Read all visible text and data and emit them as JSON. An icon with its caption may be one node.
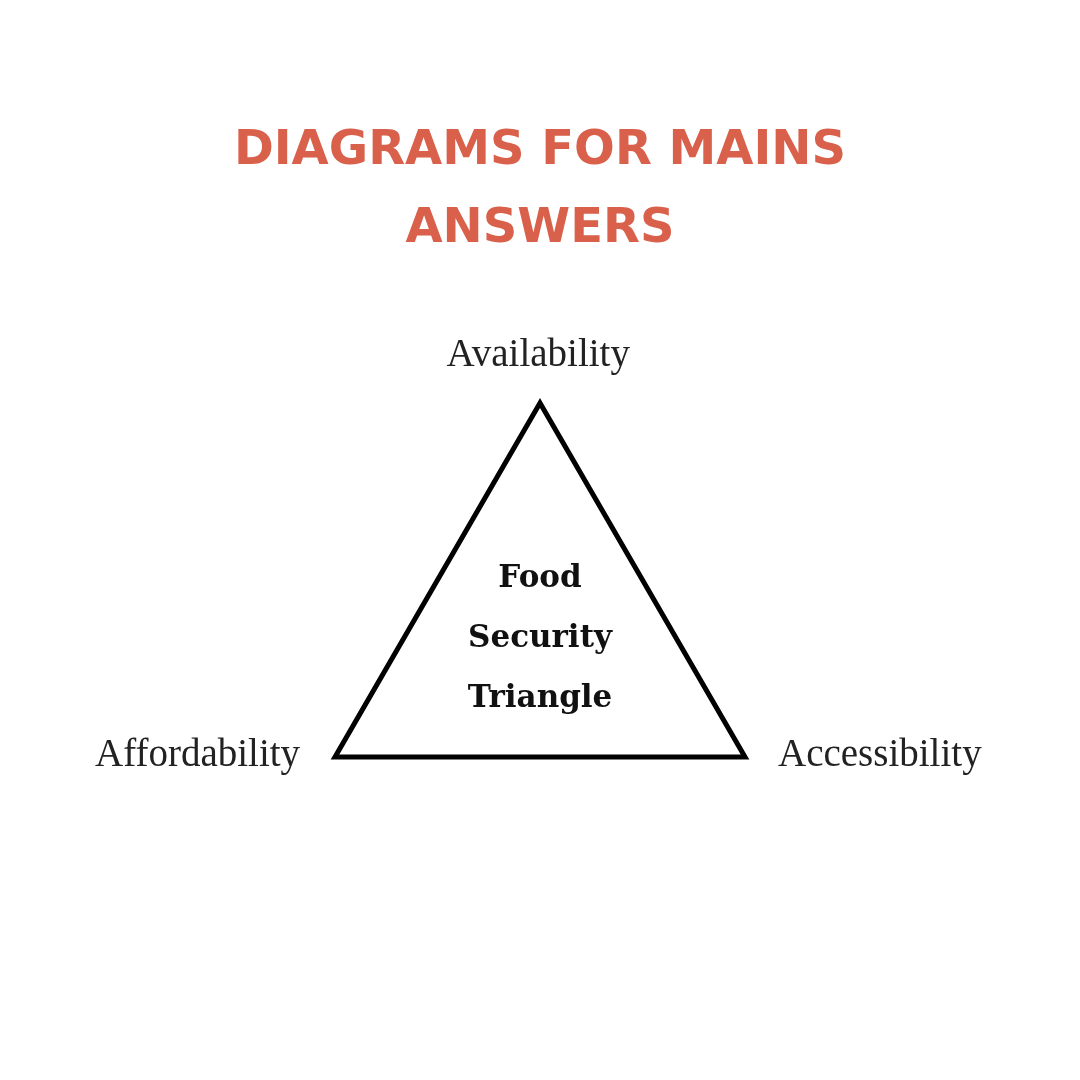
{
  "diagram": {
    "title": "DIAGRAMS FOR MAINS ANSWERS",
    "nodes": [
      {
        "text": [
          "Food Security Triangle"
        ]
      }
    ],
    "labels": [
      "Availability",
      "Affordability",
      "Accessibility"
    ]
  }
}
